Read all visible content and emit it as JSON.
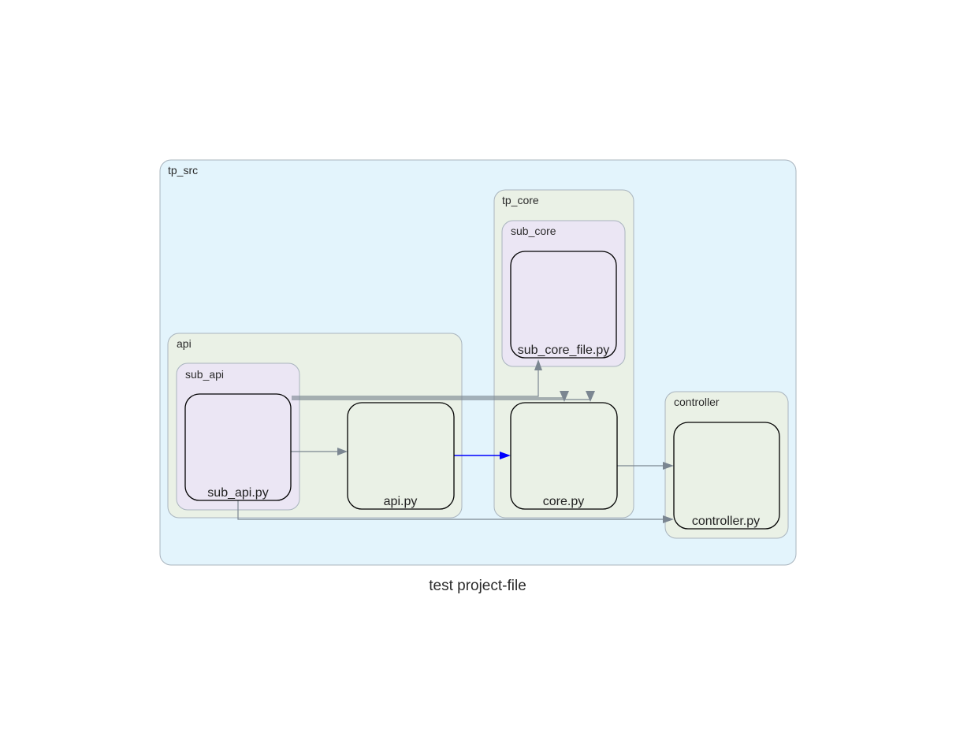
{
  "caption": "test project-file",
  "colors": {
    "root_fill": "#e3f4fc",
    "group_fill": "#eaf1e6",
    "sub_fill": "#ebe6f4",
    "cluster_stroke": "#a9b4be",
    "edge": "#7b8691",
    "edge_highlight": "#0000ff",
    "node_stroke": "#000000"
  },
  "clusters": {
    "tp_src": "tp_src",
    "api": "api",
    "sub_api": "sub_api",
    "tp_core": "tp_core",
    "sub_core": "sub_core",
    "controller": "controller"
  },
  "nodes": {
    "sub_api": "sub_api.py",
    "api": "api.py",
    "core": "core.py",
    "sub_core_file": "sub_core_file.py",
    "controller": "controller.py"
  },
  "edges": [
    {
      "from": "sub_api.py",
      "to": "api.py",
      "highlight": false
    },
    {
      "from": "api.py",
      "to": "core.py",
      "highlight": true
    },
    {
      "from": "sub_api.py",
      "to": "sub_core_file.py",
      "highlight": false
    },
    {
      "from": "sub_api.py",
      "to": "core.py",
      "highlight": false
    },
    {
      "from": "sub_api.py",
      "to": "core.py",
      "highlight": false
    },
    {
      "from": "core.py",
      "to": "controller.py",
      "highlight": false
    },
    {
      "from": "sub_api.py",
      "to": "controller.py",
      "highlight": false
    }
  ]
}
